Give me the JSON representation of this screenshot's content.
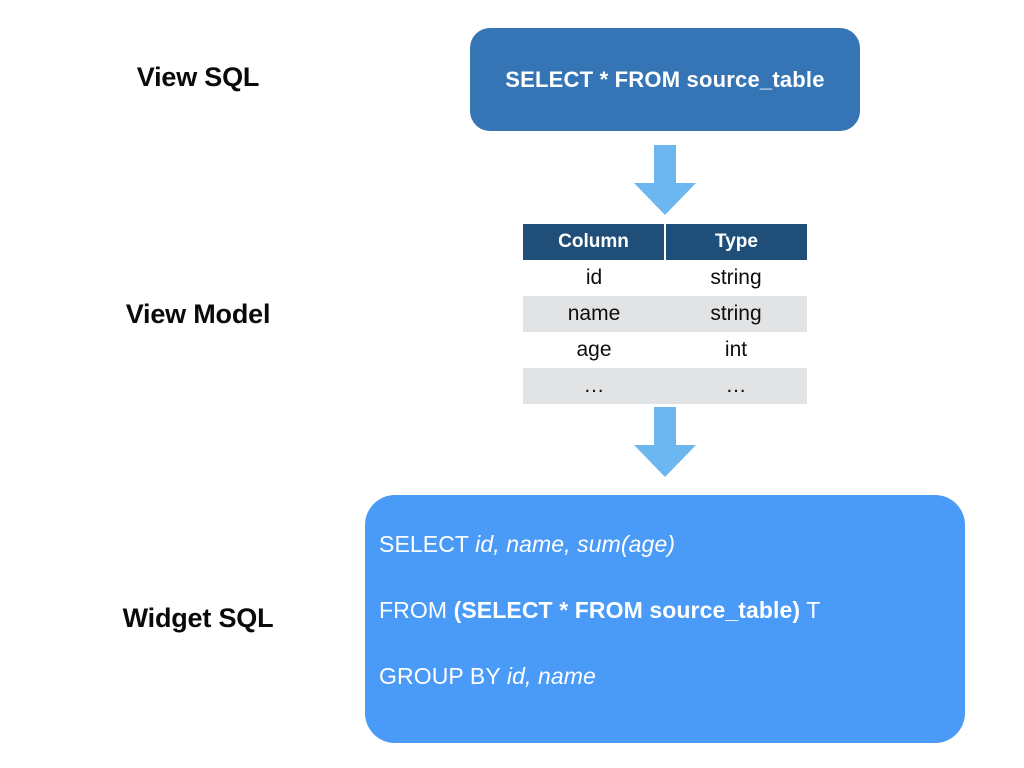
{
  "diagram": {
    "title": "View SQL to Widget SQL transformation",
    "colors": {
      "view_sql_box": "#3575b5",
      "widget_sql_box": "#4a9af7",
      "table_header": "#1f4e79",
      "table_stripe": "#e2e3e5",
      "arrow": "#6cb7f0",
      "background": "#ffffff",
      "label_text": "#0a0a0a"
    }
  },
  "labels": {
    "view_sql": "View SQL",
    "view_model": "View Model",
    "widget_sql": "Widget SQL"
  },
  "view_sql_box": {
    "text": "SELECT * FROM source_table"
  },
  "view_model_table": {
    "headers": [
      "Column",
      "Type"
    ],
    "rows": [
      {
        "column": "id",
        "type": "string"
      },
      {
        "column": "name",
        "type": "string"
      },
      {
        "column": "age",
        "type": "int"
      },
      {
        "column": "…",
        "type": "…"
      }
    ]
  },
  "widget_sql_box": {
    "lines": [
      {
        "parts": [
          {
            "text": "SELECT ",
            "style": "regular"
          },
          {
            "text": "id, name, sum(age)",
            "style": "italic"
          }
        ]
      },
      {
        "parts": [
          {
            "text": "FROM ",
            "style": "regular"
          },
          {
            "text": "(SELECT * FROM source_table)",
            "style": "bold"
          },
          {
            "text": " T",
            "style": "regular"
          }
        ]
      },
      {
        "parts": [
          {
            "text": "GROUP BY ",
            "style": "regular"
          },
          {
            "text": "id, name",
            "style": "italic"
          }
        ]
      }
    ]
  },
  "arrows": {
    "top_arrow_name": "down-arrow-icon",
    "bottom_arrow_name": "down-arrow-icon"
  }
}
